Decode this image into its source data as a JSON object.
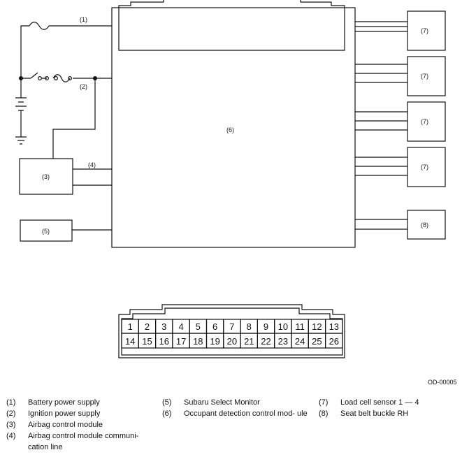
{
  "diagram": {
    "components": {
      "c3": "(3)",
      "c5": "(5)",
      "c6": "(6)",
      "c7a": "(7)",
      "c7b": "(7)",
      "c7c": "(7)",
      "c7d": "(7)",
      "c8": "(8)"
    },
    "wires": {
      "w1": "(1)",
      "w2": "(2)",
      "w4": "(4)"
    }
  },
  "connector": {
    "top_row": [
      "1",
      "2",
      "3",
      "4",
      "5",
      "6",
      "7",
      "8",
      "9",
      "10",
      "11",
      "12",
      "13"
    ],
    "bottom_row": [
      "14",
      "15",
      "16",
      "17",
      "18",
      "19",
      "20",
      "21",
      "22",
      "23",
      "24",
      "25",
      "26"
    ]
  },
  "reference_code": "OD-00005",
  "legend": [
    {
      "num": "(1)",
      "text": "Battery power supply"
    },
    {
      "num": "(2)",
      "text": "Ignition power supply"
    },
    {
      "num": "(3)",
      "text": "Airbag control module"
    },
    {
      "num": "(4)",
      "text": "Airbag control module communi- cation line"
    },
    {
      "num": "(5)",
      "text": "Subaru Select Monitor"
    },
    {
      "num": "(6)",
      "text": "Occupant detection control mod- ule"
    },
    {
      "num": "(7)",
      "text": "Load cell sensor 1 — 4"
    },
    {
      "num": "(8)",
      "text": "Seat belt buckle RH"
    }
  ]
}
